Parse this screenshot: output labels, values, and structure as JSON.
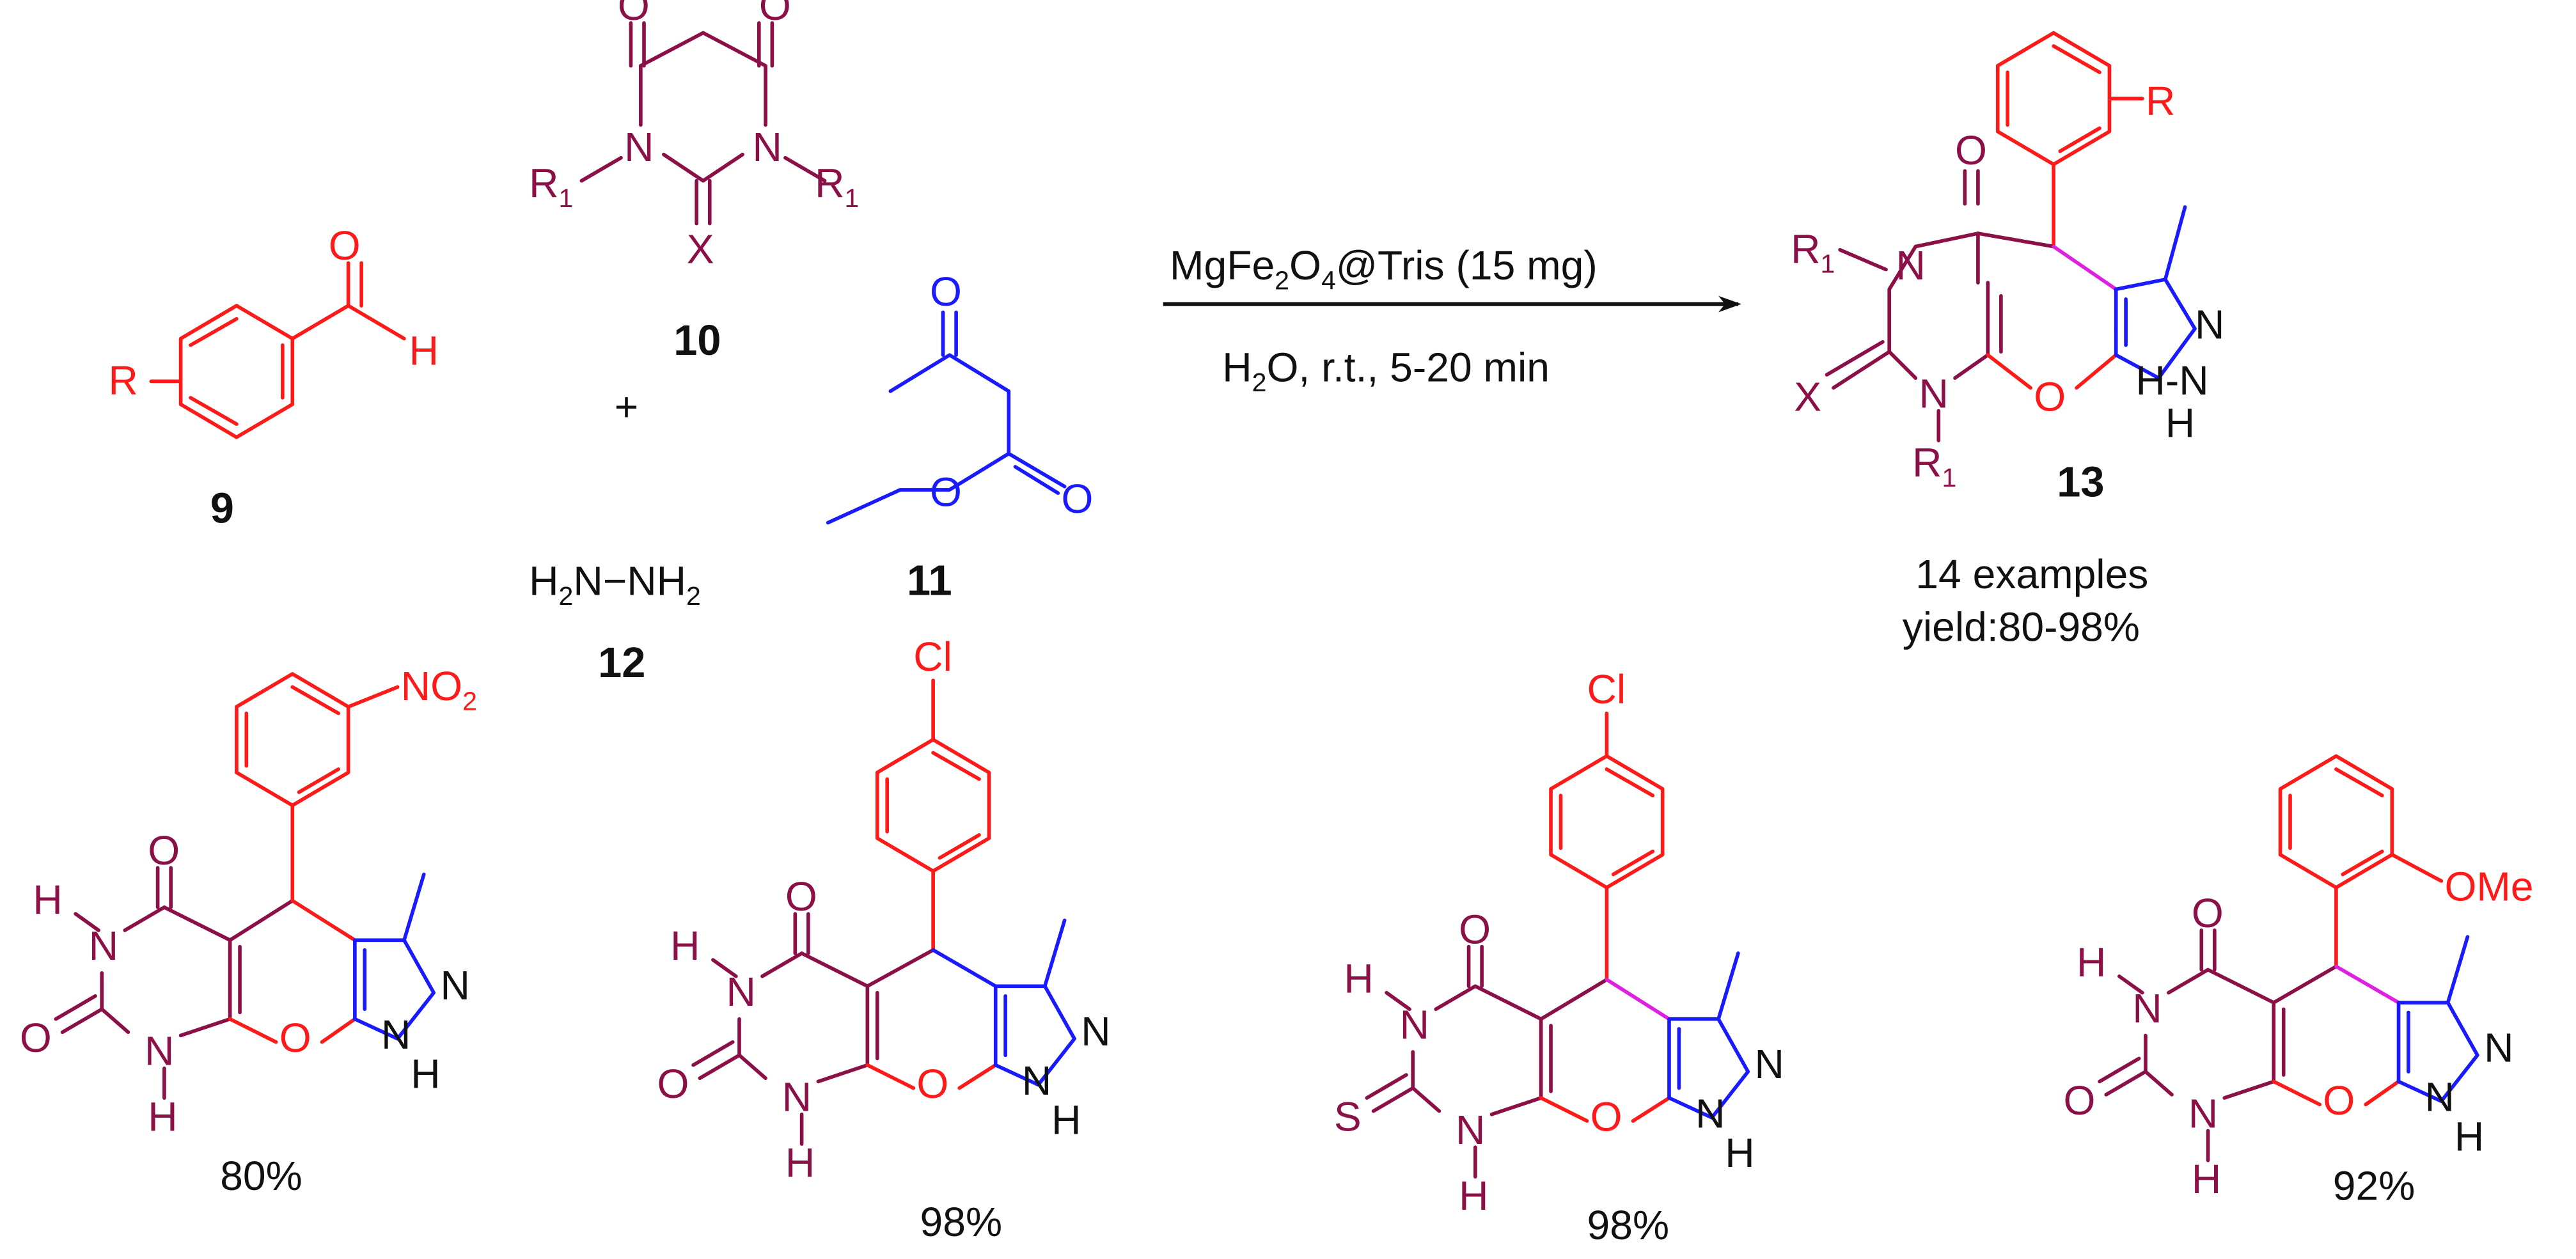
{
  "colors": {
    "aryl": "#ff1a1a",
    "barbituric": "#8b1048",
    "ketoester": "#1a1aff",
    "new_bond": "#e020e0",
    "text": "#111111"
  },
  "reagents": {
    "aldehyde": {
      "number": "9",
      "substituent": "R",
      "atom_o": "O",
      "atom_h": "H"
    },
    "barbituric_acid": {
      "number": "10",
      "r_group": "R",
      "r_sub": "1",
      "atom_o": "O",
      "atom_n": "N",
      "atom_x": "X"
    },
    "ethyl_acetoacetate": {
      "number": "11",
      "atom_o": "O"
    },
    "hydrazine": {
      "number": "12",
      "h_left": "H",
      "sub_left": "2",
      "n_left": "N",
      "n_right": "NH",
      "sub_right": "2"
    },
    "plus_sign": "+"
  },
  "arrow": {
    "catalyst_main": "MgFe",
    "catalyst_sub1": "2",
    "catalyst_o": "O",
    "catalyst_sub2": "4",
    "catalyst_rest": "@Tris (15 mg)",
    "conditions_h": "H",
    "conditions_sub": "2",
    "conditions_rest": "O, r.t., 5-20 min"
  },
  "product": {
    "number": "13",
    "examples": "14 examples",
    "yield_range": "yield:80-98%",
    "atom_o": "O",
    "atom_n": "N",
    "atom_x": "X",
    "atom_h": "H",
    "atom_nh": "N",
    "r_group": "R",
    "r_sub": "1",
    "aryl_r": "R"
  },
  "examples": [
    {
      "substituent": "NO",
      "sub_index": "2",
      "yield": "80%",
      "x_atom": "O"
    },
    {
      "substituent": "Cl",
      "yield": "98%",
      "x_atom": "O"
    },
    {
      "substituent": "Cl",
      "yield": "98%",
      "x_atom": "S"
    },
    {
      "substituent": "OMe",
      "yield": "92%",
      "x_atom": "O"
    }
  ]
}
